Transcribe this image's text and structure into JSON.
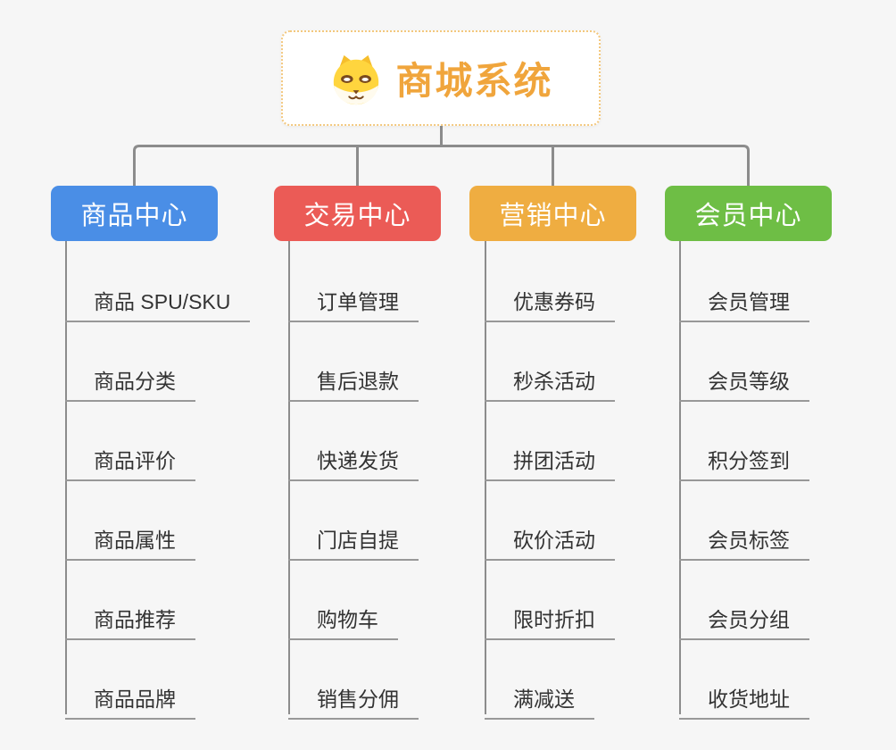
{
  "root": {
    "title": "商城系统",
    "icon": "dog-face-icon"
  },
  "colors": {
    "background": "#f6f6f6",
    "line": "#8c8c8c",
    "underline": "#989898",
    "leaf_text": "#333333",
    "root_border": "#f3c87e",
    "root_text": "#f0a53c"
  },
  "branches": [
    {
      "label": "商品中心",
      "color": "#4a8ee6",
      "children": [
        "商品 SPU/SKU",
        "商品分类",
        "商品评价",
        "商品属性",
        "商品推荐",
        "商品品牌"
      ]
    },
    {
      "label": "交易中心",
      "color": "#eb5b56",
      "children": [
        "订单管理",
        "售后退款",
        "快递发货",
        "门店自提",
        "购物车",
        "销售分佣"
      ]
    },
    {
      "label": "营销中心",
      "color": "#efad41",
      "children": [
        "优惠券码",
        "秒杀活动",
        "拼团活动",
        "砍价活动",
        "限时折扣",
        "满减送"
      ]
    },
    {
      "label": "会员中心",
      "color": "#6ebe45",
      "children": [
        "会员管理",
        "会员等级",
        "积分签到",
        "会员标签",
        "会员分组",
        "收货地址"
      ]
    }
  ]
}
